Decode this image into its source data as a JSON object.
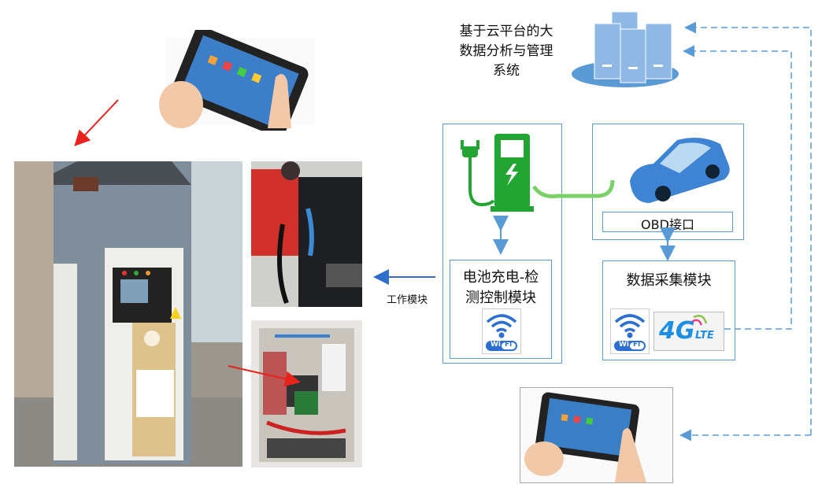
{
  "cloud_title": [
    "基于云平台的大",
    "数据分析与管理",
    "系统"
  ],
  "work_module_label": "工作模块",
  "battery_module": [
    "电池充电-检",
    "测控制模块"
  ],
  "obd_label": "OBD接口",
  "data_module": "数据采集模块",
  "wifi_text": [
    "Wi",
    "Fi"
  ],
  "lte_text": {
    "main": "4G",
    "sub": "LTE"
  },
  "colors": {
    "line": "#5b9bd5",
    "green": "#22a532",
    "red": "#e8231d",
    "car": "#3f84d4"
  }
}
